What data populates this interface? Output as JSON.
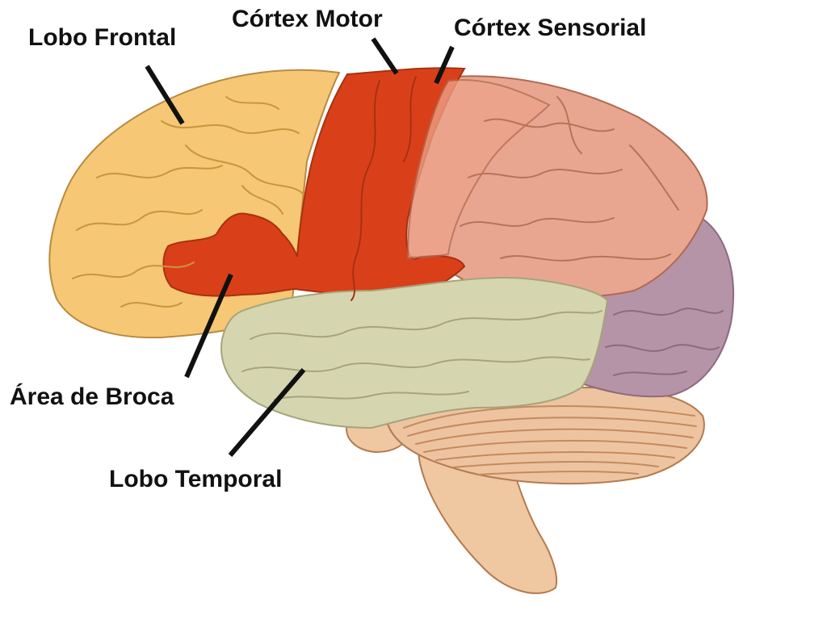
{
  "labels": {
    "frontal": "Lobo Frontal",
    "motor": "Córtex Motor",
    "sensory": "Córtex Sensorial",
    "broca": "Área de Broca",
    "temporal": "Lobo Temporal"
  },
  "colors": {
    "frontal": "#F6C774",
    "motor": "#D9401A",
    "sensory": "#EDA48A",
    "parietal_posterior": "#E8A690",
    "occipital": "#B494A6",
    "temporal": "#D5D6B0",
    "cerebellum": "#EEC4A0",
    "brainstem": "#EFC7A1",
    "outline": "#B06A30",
    "leader": "#111111"
  }
}
